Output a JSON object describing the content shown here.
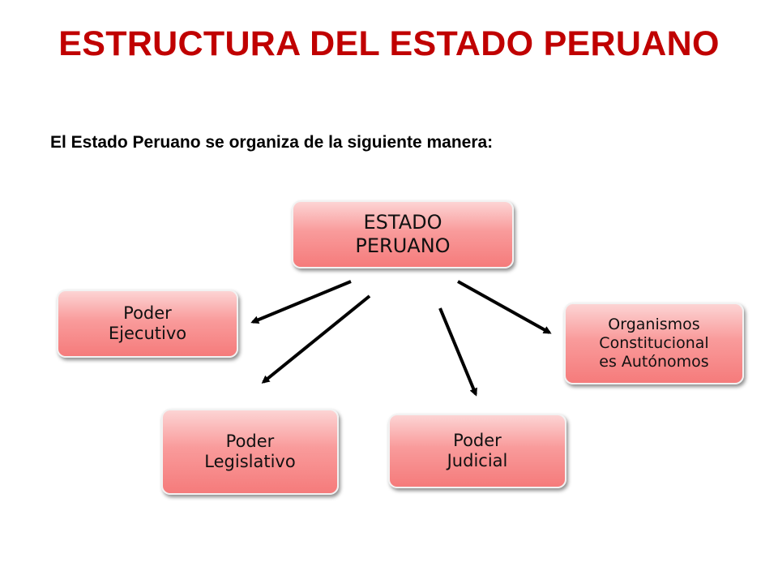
{
  "slide": {
    "title": "ESTRUCTURA DEL ESTADO PERUANO",
    "subtitle": "El Estado Peruano se organiza de la siguiente manera:"
  },
  "diagram": {
    "root": {
      "lines": [
        "ESTADO",
        "PERUANO"
      ]
    },
    "children": {
      "ejecutivo": {
        "lines": [
          "Poder",
          "Ejecutivo"
        ]
      },
      "legislativo": {
        "lines": [
          "Poder",
          "Legislativo"
        ]
      },
      "judicial": {
        "lines": [
          "Poder",
          "Judicial"
        ]
      },
      "organismos": {
        "lines": [
          "Organismos",
          "Constitucional",
          "es Autónomos"
        ]
      }
    },
    "edges": [
      {
        "from": "root",
        "to": "ejecutivo"
      },
      {
        "from": "root",
        "to": "legislativo"
      },
      {
        "from": "root",
        "to": "judicial"
      },
      {
        "from": "root",
        "to": "organismos"
      }
    ],
    "colors": {
      "title": "#c00000",
      "node_fill_top": "#fcd4d4",
      "node_fill_bottom": "#f57b7b",
      "arrow": "#000000"
    }
  }
}
